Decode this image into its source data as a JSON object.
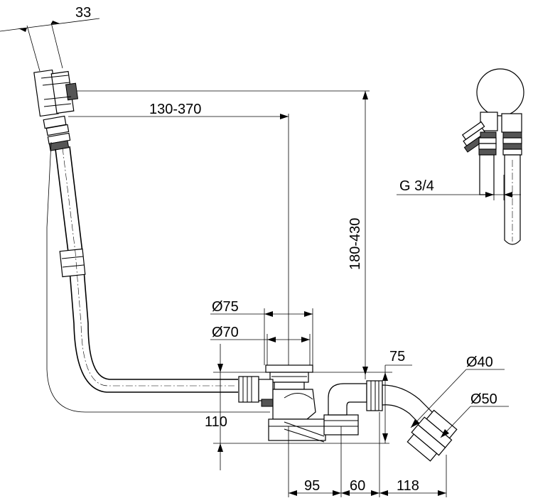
{
  "dimensions": {
    "d33": "33",
    "d130_370": "130-370",
    "d180_430": "180-430",
    "g34": "G 3/4",
    "dia75": "Ø75",
    "dia70": "Ø70",
    "d75": "75",
    "dia40": "Ø40",
    "dia50": "Ø50",
    "d110": "110",
    "d95": "95",
    "d60": "60",
    "d118": "118"
  }
}
